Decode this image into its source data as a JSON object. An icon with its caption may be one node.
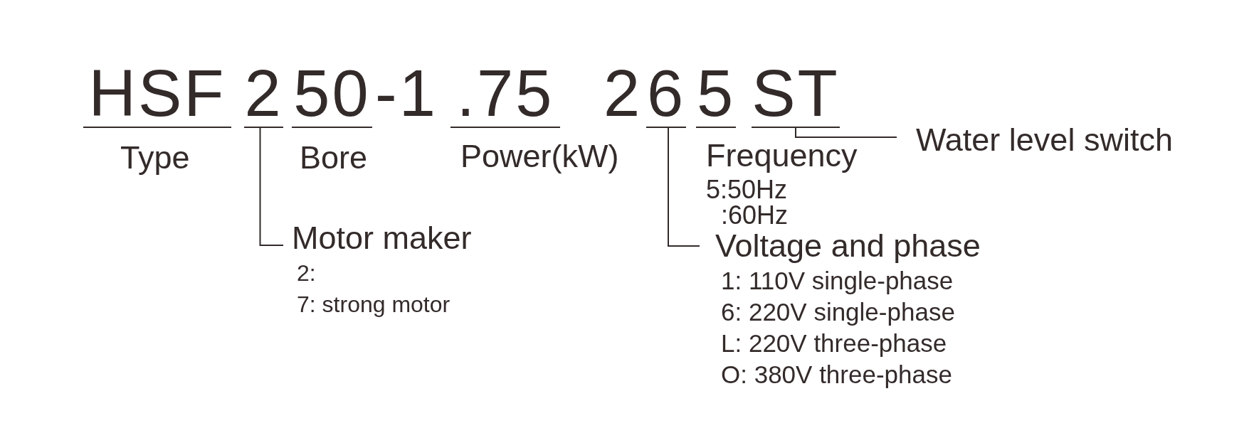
{
  "diagram": {
    "nodes": [
      {
        "text": [
          "HSF"
        ]
      },
      {
        "text": [
          "2"
        ]
      },
      {
        "text": [
          "50"
        ]
      },
      {
        "text": [
          ".75"
        ]
      },
      {
        "text": [
          "6"
        ]
      },
      {
        "text": [
          "5"
        ]
      },
      {
        "text": [
          "ST"
        ]
      },
      {
        "text": [
          "Water level switch"
        ]
      },
      {
        "text": [
          "Motor maker",
          "2:",
          "7: strong motor"
        ]
      },
      {
        "text": [
          "Voltage and phase",
          "1: 110V single-phase",
          "6: 220V single-phase",
          "L: 220V three-phase",
          "O: 380V three-phase"
        ]
      }
    ],
    "edges": [
      {
        "from": 1,
        "to": 8,
        "arrow": "none"
      },
      {
        "from": 4,
        "to": 9,
        "arrow": "none"
      },
      {
        "from": 6,
        "to": 7,
        "arrow": "none"
      }
    ],
    "labels": [
      "-1",
      "2",
      "Type",
      "Bore",
      "Power(kW)",
      "Frequency",
      "5:50Hz",
      ":60Hz"
    ]
  }
}
